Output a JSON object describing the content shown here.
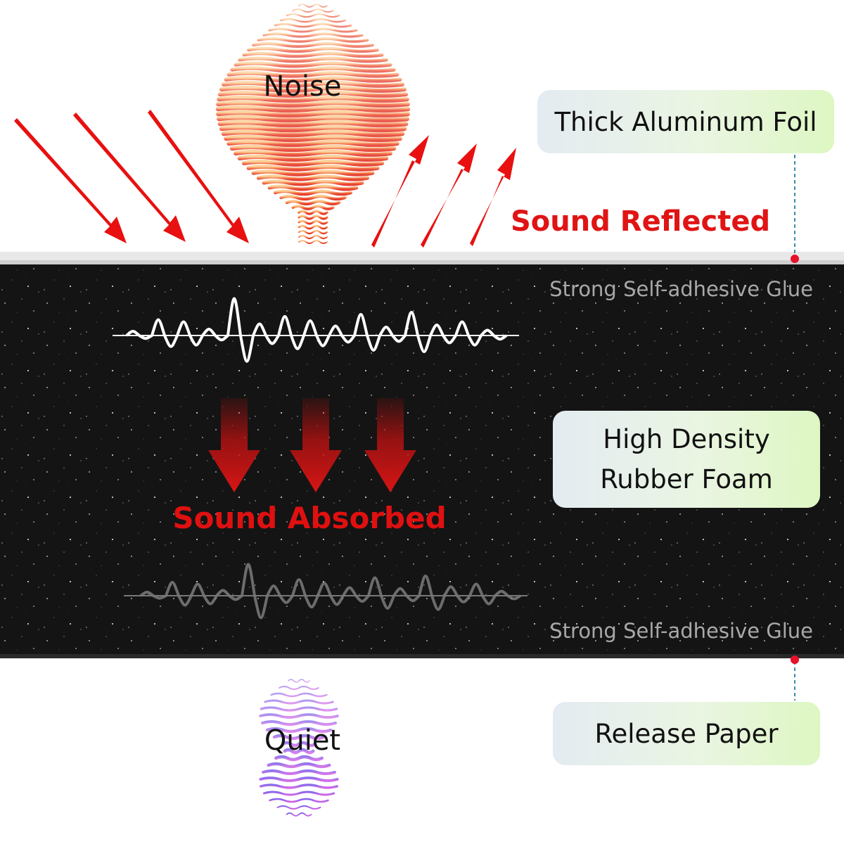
{
  "labels": {
    "noise": "Noise",
    "sound_reflected": "Sound Reflected",
    "strong_glue_top": "Strong Self-adhesive Glue",
    "sound_absorbed": "Sound Absorbed",
    "strong_glue_bottom": "Strong Self-adhesive Glue",
    "quiet": "Quiet"
  },
  "callouts": {
    "aluminum_foil": "Thick Aluminum Foil",
    "foam_line1": "High Density",
    "foam_line2": "Rubber Foam",
    "release_paper": "Release Paper"
  },
  "colors": {
    "arrow_red": "#e81010",
    "foam_black": "#141414",
    "noise_wave_orange": "#f07a3a",
    "quiet_wave_purple": "#a45ad8",
    "dot_red": "#e8102a",
    "connector_teal": "#3a8fa6"
  }
}
